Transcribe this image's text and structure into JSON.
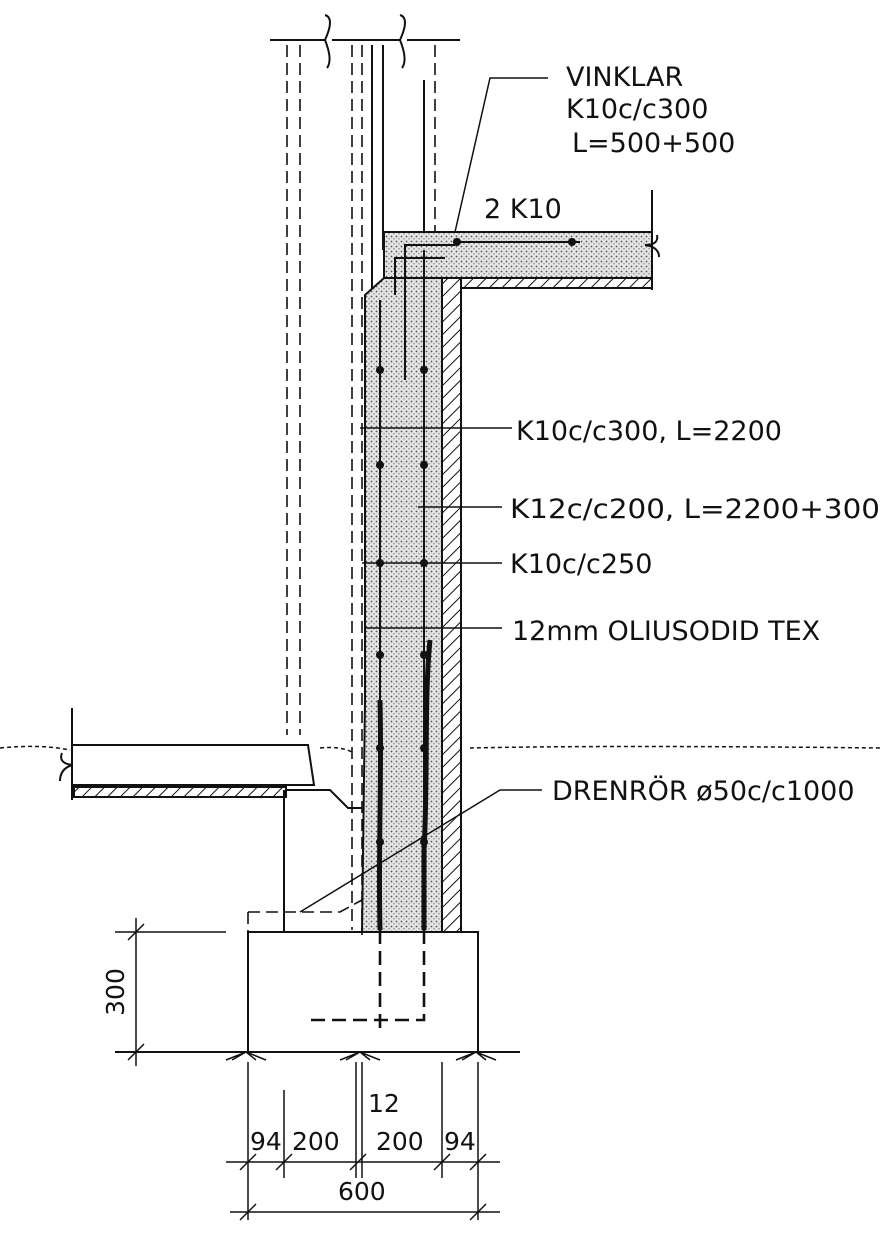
{
  "labels": {
    "vinklar_1": "VINKLAR",
    "vinklar_2": "K10c/c300",
    "vinklar_3": "L=500+500",
    "top_bars": "2 K10",
    "bar_1": "K10c/c300, L=2200",
    "bar_2": "K12c/c200, L=2200+300",
    "bar_3": "K10c/c250",
    "insulation": "12mm OLIUSODID TEX",
    "drain": "DRENRÖR ø50c/c1000"
  },
  "dimensions": {
    "footing_height": "300",
    "d1": "94",
    "d2": "200",
    "d3": "12",
    "d4": "200",
    "d5": "94",
    "total": "600"
  },
  "colors": {
    "line": "#111111",
    "concrete_dot": "#555555"
  }
}
